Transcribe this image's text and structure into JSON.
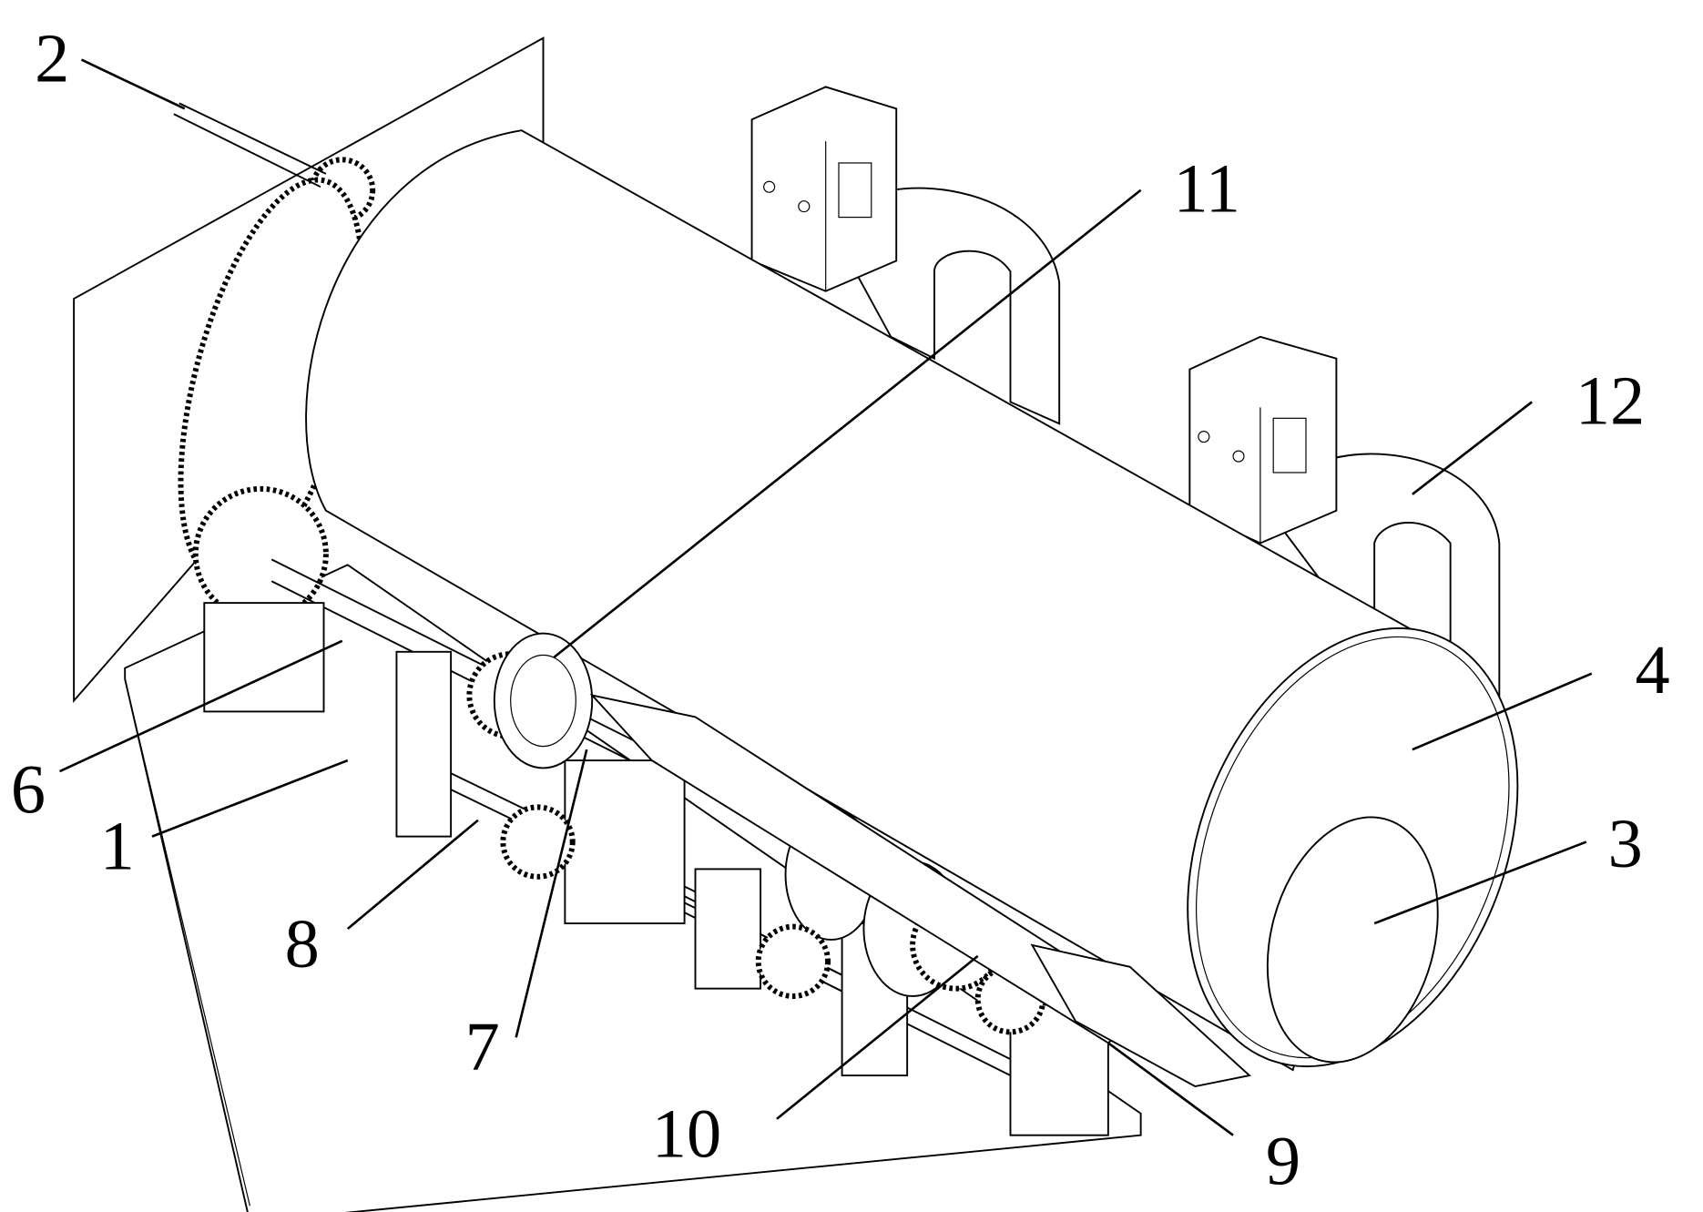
{
  "figure": {
    "labels": {
      "base": "1",
      "input_shaft": "2",
      "inner_drum": "3",
      "outer_drum": "4",
      "shaft_6": "6",
      "part_7": "7",
      "shaft_8": "8",
      "part_9": "9",
      "shaft_10": "10",
      "part_11": "11",
      "support_frame": "12"
    }
  }
}
